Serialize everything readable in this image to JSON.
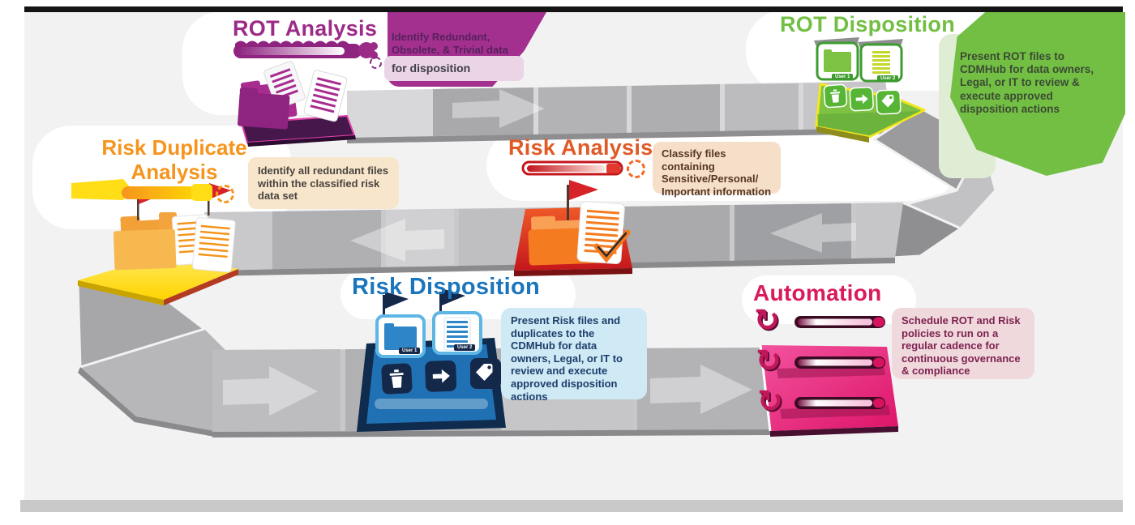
{
  "diagram": {
    "title_hint": "Data governance roadmap with six stations on a winding road",
    "stages": [
      {
        "id": "rot-analysis",
        "title": "ROT Analysis",
        "color": "#9C2B88",
        "description_primary": "Identify Redundant, Obsolete, & Trivial data",
        "description_secondary": "for disposition",
        "icons": [
          "progress-bar-icon",
          "brush-icon",
          "spinner-icon",
          "folder-icon",
          "document-icon"
        ]
      },
      {
        "id": "rot-disposition",
        "title": "ROT Disposition",
        "color": "#72BF44",
        "description": "Present ROT files to CDMHub for data owners, Legal, or IT to review & execute approved disposition actions",
        "cards": [
          {
            "label": "User 1"
          },
          {
            "label": "User 2"
          }
        ],
        "action_icons": [
          "trash-icon",
          "move-arrow-icon",
          "tag-icon"
        ]
      },
      {
        "id": "risk-duplicate-analysis",
        "title": "Risk Duplicate Analysis",
        "color": "#F7941D",
        "description": "Identify all redundant files within the classified risk data set",
        "icons": [
          "progress-bar-icon",
          "spinner-icon",
          "folder-icon",
          "document-icon",
          "red-flag-icon"
        ]
      },
      {
        "id": "risk-analysis",
        "title": "Risk Analysis",
        "color": "#E05A26",
        "description": "Classify files containing Sensitive/Personal/ Important information",
        "icons": [
          "progress-bar-icon",
          "spinner-icon",
          "folder-icon",
          "document-icon",
          "red-flag-icon",
          "checkmark-icon"
        ]
      },
      {
        "id": "risk-disposition",
        "title": "Risk Disposition",
        "color": "#1B75BC",
        "description": "Present Risk files and duplicates to the CDMHub for data owners, Legal, or IT to review and execute approved disposition actions",
        "cards": [
          {
            "label": "User 1"
          },
          {
            "label": "User 2"
          }
        ],
        "action_icons": [
          "trash-icon",
          "move-arrow-icon",
          "tag-icon"
        ]
      },
      {
        "id": "automation",
        "title": "Automation",
        "color": "#D91A5D",
        "description": "Schedule ROT and Risk policies to run on a regular cadence for continuous governance & compliance",
        "icons": [
          "refresh-icon",
          "progress-bar-icon"
        ]
      }
    ],
    "road": {
      "direction_arrows": [
        "right",
        "left",
        "right"
      ],
      "color": "#BFBFC2"
    }
  }
}
